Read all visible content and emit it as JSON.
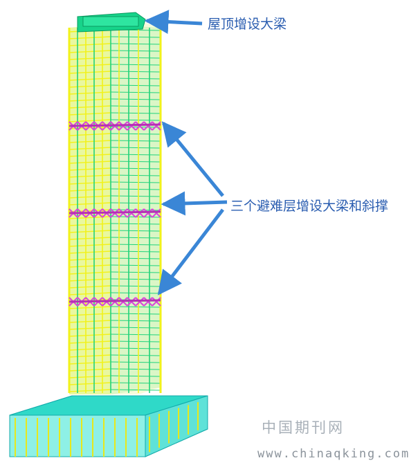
{
  "annotations": {
    "roof_label": "屋顶增设大梁",
    "refuge_label": "三个避难层增设大梁和斜撑"
  },
  "watermark": {
    "cn": "中国期刊网",
    "url": "www.chinaqking.com"
  },
  "colors": {
    "frame_yellow": "#f2f21a",
    "frame_green": "#1fd37a",
    "frame_cyan": "#20e0e0",
    "brace_magenta": "#d84ad8",
    "arrow_blue": "#3a86d6",
    "label_blue": "#2a5db0"
  },
  "model": {
    "refuge_floors": 3,
    "tower_floors": 52
  }
}
